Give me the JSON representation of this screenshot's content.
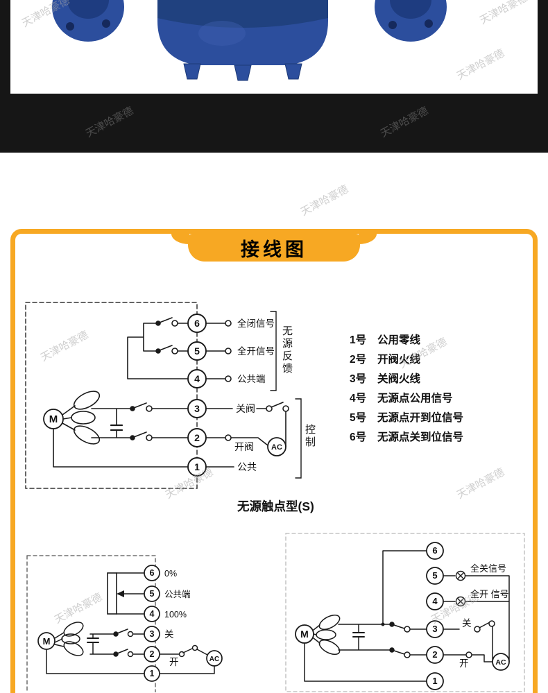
{
  "watermark": {
    "text": "天津哈豪德"
  },
  "colors": {
    "accent_orange": "#F7A823",
    "product_blue": "#2C4E9D",
    "band_dark": "#161616"
  },
  "panel": {
    "title": "接线图"
  },
  "main_diagram": {
    "motor": "M",
    "ac": "AC",
    "terminals": [
      "6",
      "5",
      "4",
      "3",
      "2",
      "1"
    ],
    "labels": {
      "t6": "全闭信号",
      "t5": "全开信号",
      "t4": "公共端",
      "t3": "关阀",
      "t2": "开阀",
      "t1": "公共",
      "feedback_group": "无源反馈",
      "control_group": "控制"
    },
    "caption": "无源触点型(S)"
  },
  "terminal_legend": [
    {
      "num": "1号",
      "desc": "公用零线"
    },
    {
      "num": "2号",
      "desc": "开阀火线"
    },
    {
      "num": "3号",
      "desc": "关阀火线"
    },
    {
      "num": "4号",
      "desc": "无源点公用信号"
    },
    {
      "num": "5号",
      "desc": "无源点开到位信号"
    },
    {
      "num": "6号",
      "desc": "无源点关到位信号"
    }
  ],
  "pot_diagram": {
    "motor": "M",
    "ac": "AC",
    "terminals": [
      "6",
      "5",
      "4",
      "3",
      "2",
      "1"
    ],
    "labels": {
      "t6": "0%",
      "t5": "公共端",
      "t4": "100%",
      "t3": "关",
      "t2": "开"
    }
  },
  "lamp_diagram": {
    "motor": "M",
    "ac": "AC",
    "terminals": [
      "6",
      "5",
      "4",
      "3",
      "2",
      "1"
    ],
    "labels": {
      "t5": "全关信号",
      "t4": "全开 信号",
      "t3": "关",
      "t2": "开"
    }
  }
}
